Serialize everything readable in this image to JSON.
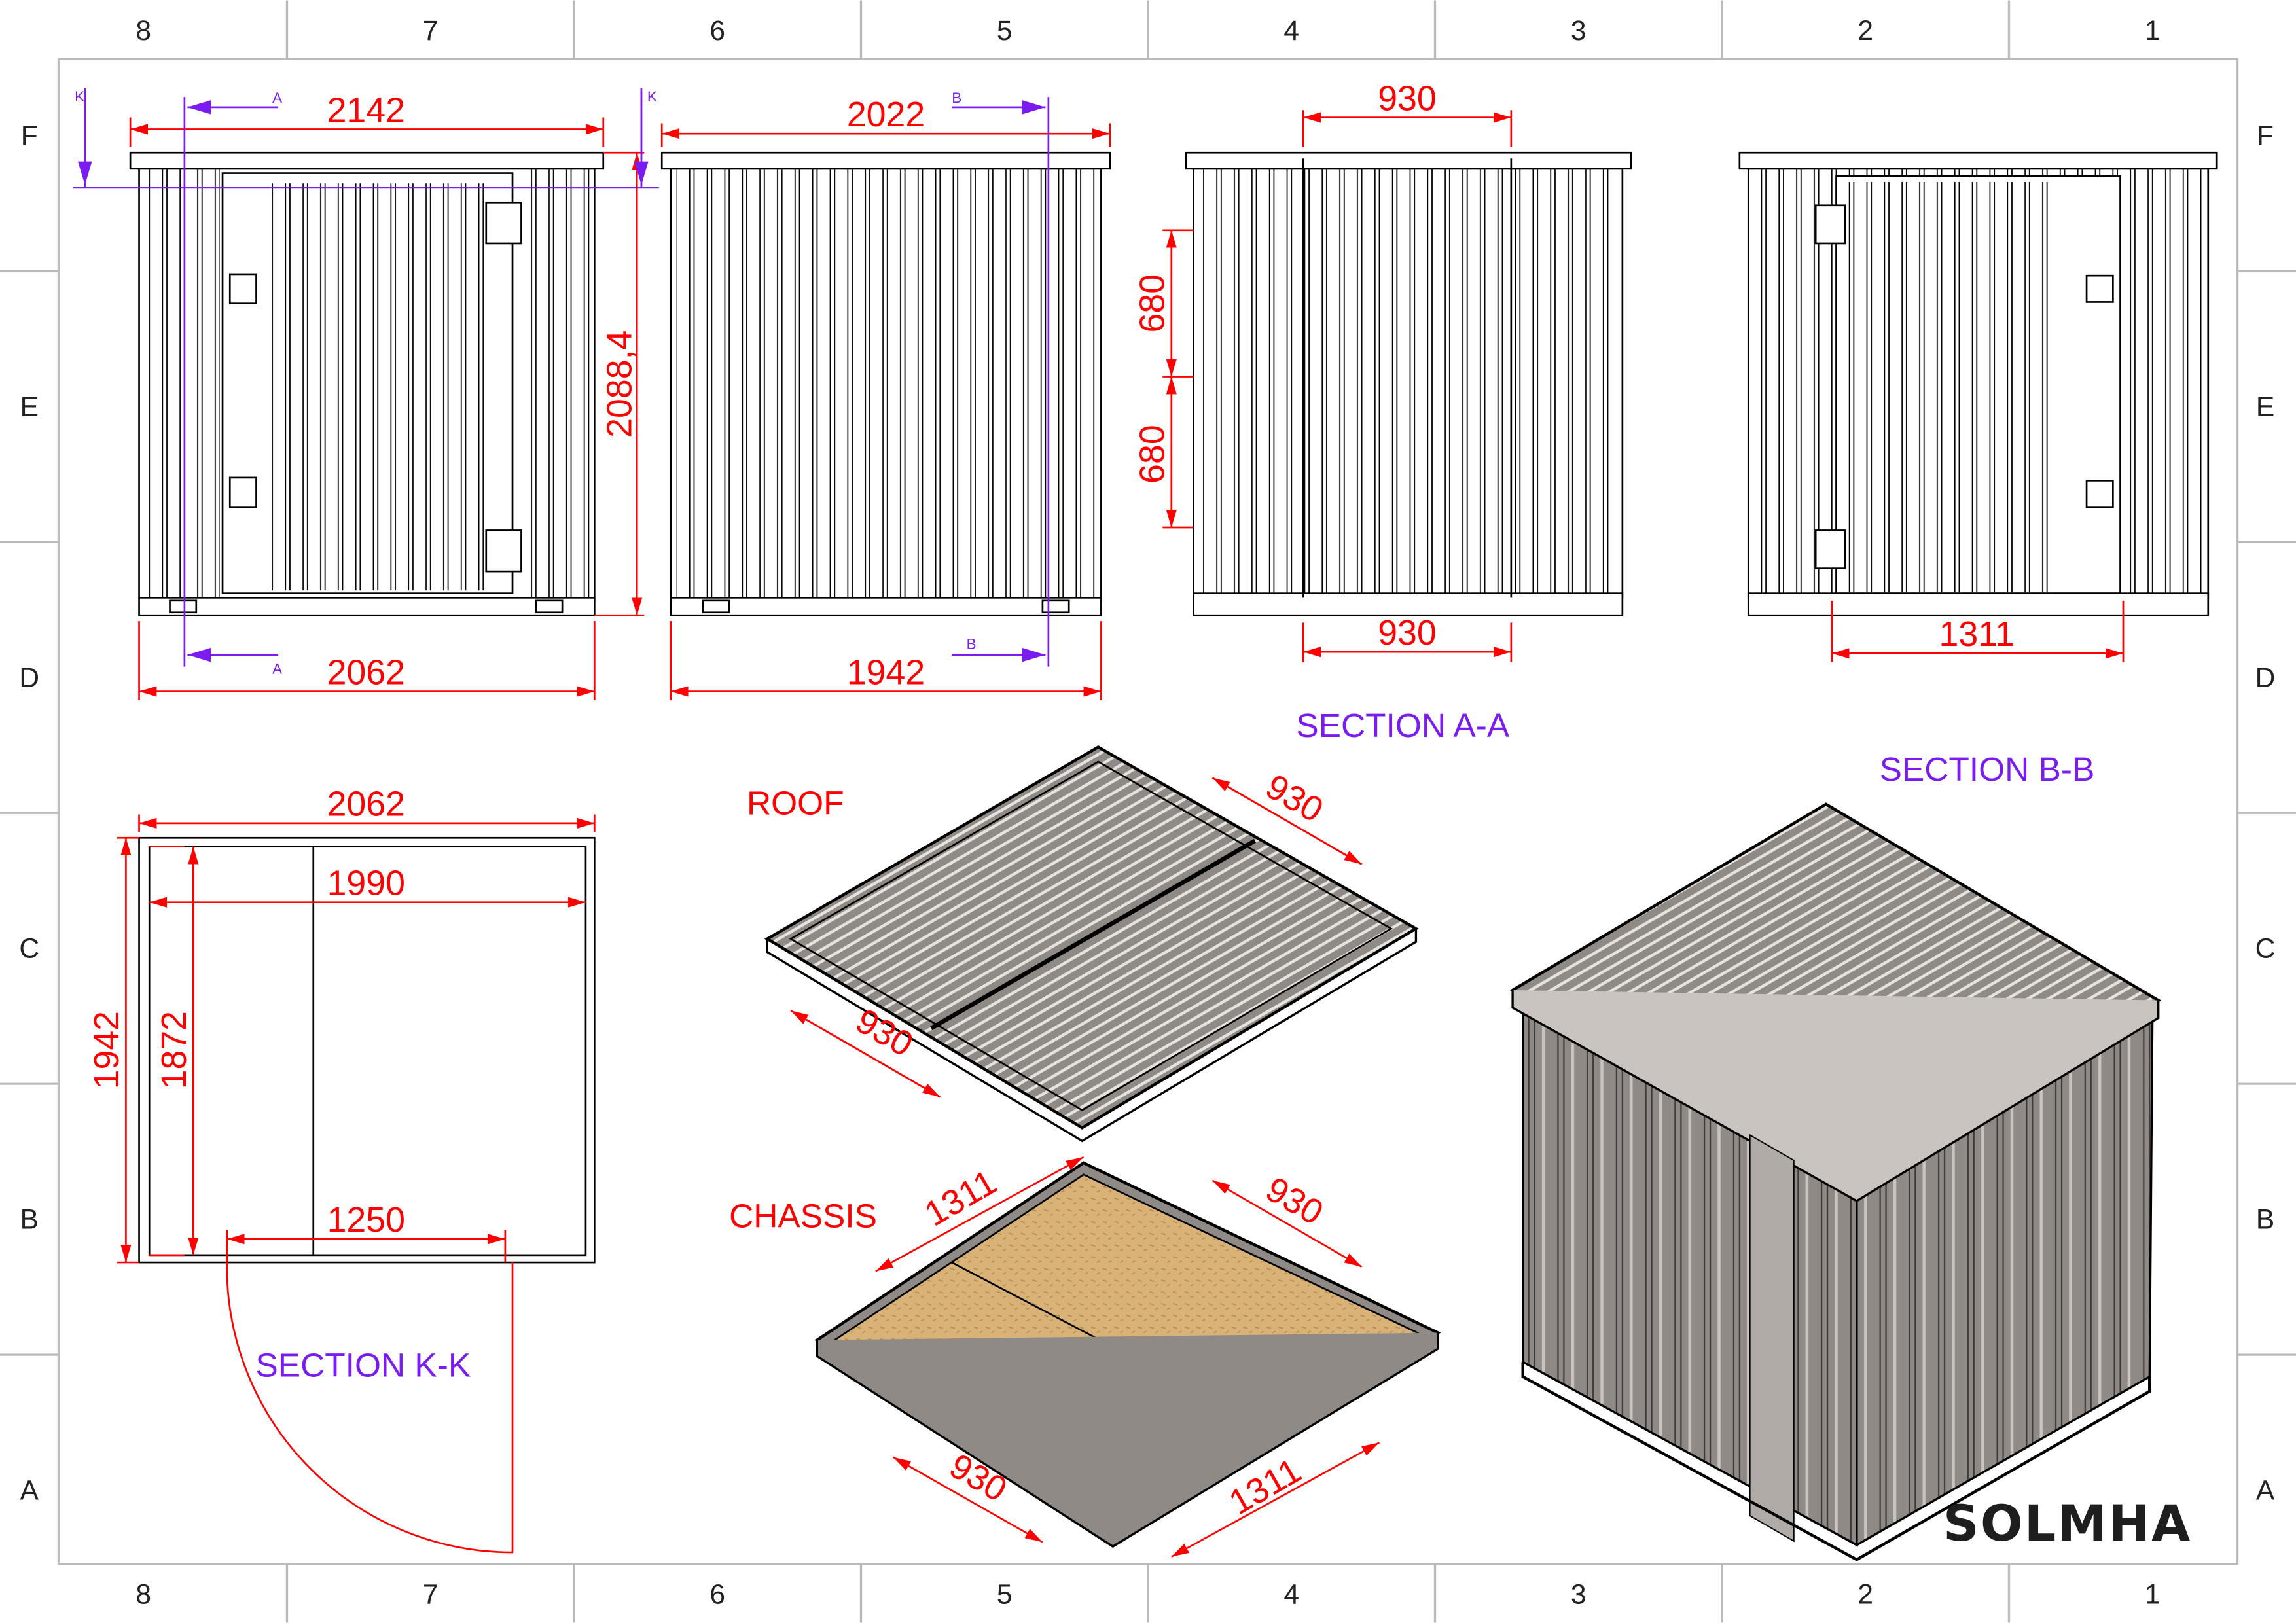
{
  "frame": {
    "columns": [
      "8",
      "7",
      "6",
      "5",
      "4",
      "3",
      "2",
      "1"
    ],
    "rows": [
      "F",
      "E",
      "D",
      "C",
      "B",
      "A"
    ]
  },
  "front_view": {
    "width_roof": "2142",
    "width_base": "2062",
    "height": "2088,4",
    "section_a": "A",
    "section_k": "K"
  },
  "side_view": {
    "width_roof": "2022",
    "width_base": "1942",
    "section_b": "B"
  },
  "section_a_a": {
    "title": "SECTION A-A",
    "top": "930",
    "bottom": "930",
    "upper": "680",
    "lower": "680"
  },
  "section_b_b": {
    "title": "SECTION B-B",
    "door": "1311"
  },
  "section_k_k": {
    "title": "SECTION K-K",
    "outer_width": "2062",
    "inner_width": "1990",
    "outer_depth": "1942",
    "inner_depth": "1872",
    "door_width": "1250"
  },
  "roof": {
    "title": "ROOF",
    "dim_a": "930",
    "dim_b": "930"
  },
  "chassis": {
    "title": "CHASSIS",
    "dim_a": "1311",
    "dim_b": "930",
    "dim_c": "930",
    "dim_d": "1311"
  },
  "colors": {
    "dimension": "#ff0000",
    "section": "#7a1cf0",
    "steel": "#8f8a86",
    "osb": "#d9b277"
  },
  "logo": "SOLMHA"
}
